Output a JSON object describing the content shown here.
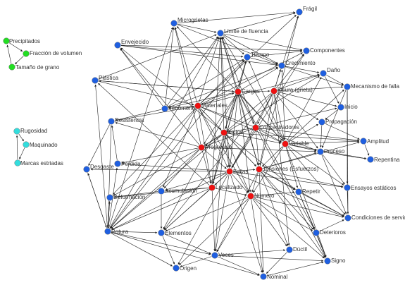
{
  "colors": {
    "blue": "#1f5fe0",
    "red": "#ee1111",
    "green": "#22dd22",
    "cyan": "#33dddd",
    "edge": "#222222",
    "label": "#333333"
  },
  "groups": [
    {
      "id": "g1",
      "color": "green",
      "nodes": [
        "Precipitados",
        "Fracción de volumen",
        "Tamaño de grano"
      ]
    },
    {
      "id": "g2",
      "color": "cyan",
      "nodes": [
        "Rugosidad",
        "Maquinado",
        "Marcas estriadas"
      ]
    }
  ],
  "nodes": [
    {
      "id": "precipitados",
      "label": "Precipitados",
      "color": "green"
    },
    {
      "id": "fraccion",
      "label": "Fracción de volumen",
      "color": "green"
    },
    {
      "id": "tamano",
      "label": "Tamaño de grano",
      "color": "green"
    },
    {
      "id": "rugosidad",
      "label": "Rugosidad",
      "color": "cyan"
    },
    {
      "id": "maquinado",
      "label": "Maquinado",
      "color": "cyan"
    },
    {
      "id": "marcas",
      "label": "Marcas estriadas",
      "color": "cyan"
    },
    {
      "id": "microgrietas",
      "label": "Microgrietas",
      "color": "blue"
    },
    {
      "id": "fragil",
      "label": "Frágil",
      "color": "blue"
    },
    {
      "id": "limite",
      "label": "Límite de fluencia",
      "color": "blue"
    },
    {
      "id": "envejecido",
      "label": "Envejecido",
      "color": "blue"
    },
    {
      "id": "componentes",
      "label": "Componentes",
      "color": "blue"
    },
    {
      "id": "tiempo",
      "label": "Tiempo",
      "color": "blue"
    },
    {
      "id": "crecimiento",
      "label": "Crecimiento",
      "color": "blue"
    },
    {
      "id": "dano",
      "label": "Daño",
      "color": "blue"
    },
    {
      "id": "plastica",
      "label": "Plástica",
      "color": "blue"
    },
    {
      "id": "mecanismo",
      "label": "Mecanismo de falla",
      "color": "blue"
    },
    {
      "id": "cargas",
      "label": "Cargas",
      "color": "red"
    },
    {
      "id": "fisura",
      "label": "Fisura (grieta)",
      "color": "red"
    },
    {
      "id": "fenomeno",
      "label": "Fenómeno",
      "color": "blue"
    },
    {
      "id": "materiales",
      "label": "Materiales",
      "color": "red"
    },
    {
      "id": "inicio",
      "label": "Inicio",
      "color": "blue"
    },
    {
      "id": "resistencia",
      "label": "Resistencia",
      "color": "blue"
    },
    {
      "id": "propagacion",
      "label": "Propagación",
      "color": "blue"
    },
    {
      "id": "concentradores",
      "label": "Concentradores",
      "color": "red"
    },
    {
      "id": "ciclos",
      "label": "Ciclos",
      "color": "red"
    },
    {
      "id": "variable",
      "label": "Variable",
      "color": "red"
    },
    {
      "id": "amplitud",
      "label": "Amplitud",
      "color": "blue"
    },
    {
      "id": "progresivo",
      "label": "Progresivo",
      "color": "red"
    },
    {
      "id": "proceso",
      "label": "Proceso",
      "color": "blue"
    },
    {
      "id": "repentina",
      "label": "Repentina",
      "color": "blue"
    },
    {
      "id": "perdida",
      "label": "Pérdida",
      "color": "blue"
    },
    {
      "id": "desgaste",
      "label": "Desgaste",
      "color": "blue"
    },
    {
      "id": "fallas",
      "label": "Fallas",
      "color": "red"
    },
    {
      "id": "tensiones",
      "label": "Tensiones (Esfuerzos)",
      "color": "red"
    },
    {
      "id": "repetir",
      "label": "Repetir",
      "color": "blue"
    },
    {
      "id": "ensayos",
      "label": "Ensayos estáticos",
      "color": "blue"
    },
    {
      "id": "acumulacion",
      "label": "Acumulación",
      "color": "blue"
    },
    {
      "id": "deformacion",
      "label": "Deformación",
      "color": "blue"
    },
    {
      "id": "localizado",
      "label": "Localizado",
      "color": "red"
    },
    {
      "id": "numero",
      "label": "Número",
      "color": "red"
    },
    {
      "id": "condiciones",
      "label": "Condiciones de servicio",
      "color": "blue"
    },
    {
      "id": "rotura",
      "label": "Rotura",
      "color": "blue"
    },
    {
      "id": "elementos",
      "label": "Elementos",
      "color": "blue"
    },
    {
      "id": "deterioros",
      "label": "Deterioros",
      "color": "blue"
    },
    {
      "id": "veces",
      "label": "Veces",
      "color": "blue"
    },
    {
      "id": "ductil",
      "label": "Dúctil",
      "color": "blue"
    },
    {
      "id": "signo",
      "label": "Signo",
      "color": "blue"
    },
    {
      "id": "origen",
      "label": "Origen",
      "color": "blue"
    },
    {
      "id": "nominal",
      "label": "Nominal",
      "color": "blue"
    }
  ],
  "edges": [
    [
      "precipitados",
      "fraccion"
    ],
    [
      "fraccion",
      "tamano"
    ],
    [
      "tamano",
      "precipitados"
    ],
    [
      "rugosidad",
      "maquinado"
    ],
    [
      "maquinado",
      "marcas"
    ],
    [
      "marcas",
      "rugosidad"
    ],
    [
      "materiales",
      "limite"
    ],
    [
      "materiales",
      "microgrietas"
    ],
    [
      "materiales",
      "tiempo"
    ],
    [
      "materiales",
      "cargas"
    ],
    [
      "materiales",
      "fenomeno"
    ],
    [
      "materiales",
      "ciclos"
    ],
    [
      "materiales",
      "variable"
    ],
    [
      "materiales",
      "fallas"
    ],
    [
      "materiales",
      "tensiones"
    ],
    [
      "materiales",
      "resistencia"
    ],
    [
      "materiales",
      "fragil"
    ],
    [
      "materiales",
      "componentes"
    ],
    [
      "materiales",
      "dano"
    ],
    [
      "materiales",
      "proceso"
    ],
    [
      "materiales",
      "numero"
    ],
    [
      "materiales",
      "localizado"
    ],
    [
      "materiales",
      "acumulacion"
    ],
    [
      "materiales",
      "deformacion"
    ],
    [
      "materiales",
      "rotura"
    ],
    [
      "cargas",
      "limite"
    ],
    [
      "cargas",
      "tiempo"
    ],
    [
      "cargas",
      "crecimiento"
    ],
    [
      "cargas",
      "fisura"
    ],
    [
      "cargas",
      "ciclos"
    ],
    [
      "cargas",
      "concentradores"
    ],
    [
      "cargas",
      "variable"
    ],
    [
      "cargas",
      "tensiones"
    ],
    [
      "cargas",
      "fallas"
    ],
    [
      "cargas",
      "fenomeno"
    ],
    [
      "cargas",
      "progresivo"
    ],
    [
      "cargas",
      "numero"
    ],
    [
      "cargas",
      "localizado"
    ],
    [
      "cargas",
      "deterioros"
    ],
    [
      "cargas",
      "elementos"
    ],
    [
      "cargas",
      "plastica"
    ],
    [
      "fisura",
      "crecimiento"
    ],
    [
      "fisura",
      "dano"
    ],
    [
      "fisura",
      "mecanismo"
    ],
    [
      "fisura",
      "inicio"
    ],
    [
      "fisura",
      "propagacion"
    ],
    [
      "fisura",
      "variable"
    ],
    [
      "fisura",
      "concentradores"
    ],
    [
      "fisura",
      "tensiones"
    ],
    [
      "fisura",
      "fallas"
    ],
    [
      "fisura",
      "proceso"
    ],
    [
      "fisura",
      "rotura"
    ],
    [
      "fisura",
      "componentes"
    ],
    [
      "fisura",
      "fragil"
    ],
    [
      "fisura",
      "ductil"
    ],
    [
      "fisura",
      "elementos"
    ],
    [
      "concentradores",
      "tensiones"
    ],
    [
      "concentradores",
      "variable"
    ],
    [
      "concentradores",
      "fallas"
    ],
    [
      "concentradores",
      "inicio"
    ],
    [
      "concentradores",
      "amplitud"
    ],
    [
      "concentradores",
      "progresivo"
    ],
    [
      "concentradores",
      "ciclos"
    ],
    [
      "concentradores",
      "limite"
    ],
    [
      "concentradores",
      "signo"
    ],
    [
      "ciclos",
      "numero"
    ],
    [
      "ciclos",
      "variable"
    ],
    [
      "ciclos",
      "tensiones"
    ],
    [
      "ciclos",
      "repetir"
    ],
    [
      "ciclos",
      "veces"
    ],
    [
      "ciclos",
      "fallas"
    ],
    [
      "ciclos",
      "localizado"
    ],
    [
      "ciclos",
      "progresivo"
    ],
    [
      "ciclos",
      "amplitud"
    ],
    [
      "ciclos",
      "limite"
    ],
    [
      "ciclos",
      "tiempo"
    ],
    [
      "ciclos",
      "envejecido"
    ],
    [
      "variable",
      "amplitud"
    ],
    [
      "variable",
      "proceso"
    ],
    [
      "variable",
      "repentina"
    ],
    [
      "variable",
      "ensayos"
    ],
    [
      "variable",
      "condiciones"
    ],
    [
      "variable",
      "tensiones"
    ],
    [
      "variable",
      "numero"
    ],
    [
      "variable",
      "repetir"
    ],
    [
      "variable",
      "signo"
    ],
    [
      "variable",
      "propagacion"
    ],
    [
      "variable",
      "mecanismo"
    ],
    [
      "variable",
      "dano"
    ],
    [
      "variable",
      "crecimiento"
    ],
    [
      "variable",
      "tiempo"
    ],
    [
      "variable",
      "limite"
    ],
    [
      "variable",
      "microgrietas"
    ],
    [
      "progresivo",
      "fallas"
    ],
    [
      "progresivo",
      "proceso"
    ],
    [
      "progresivo",
      "localizado"
    ],
    [
      "progresivo",
      "acumulacion"
    ],
    [
      "progresivo",
      "dano"
    ],
    [
      "progresivo",
      "perdida"
    ],
    [
      "progresivo",
      "resistencia"
    ],
    [
      "progresivo",
      "envejecido"
    ],
    [
      "progresivo",
      "deformacion"
    ],
    [
      "progresivo",
      "rotura"
    ],
    [
      "progresivo",
      "microgrietas"
    ],
    [
      "fallas",
      "tensiones"
    ],
    [
      "fallas",
      "numero"
    ],
    [
      "fallas",
      "localizado"
    ],
    [
      "fallas",
      "rotura"
    ],
    [
      "fallas",
      "elementos"
    ],
    [
      "fallas",
      "condiciones"
    ],
    [
      "fallas",
      "ensayos"
    ],
    [
      "fallas",
      "desgaste"
    ],
    [
      "fallas",
      "perdida"
    ],
    [
      "fallas",
      "acumulacion"
    ],
    [
      "fallas",
      "veces"
    ],
    [
      "fallas",
      "origen"
    ],
    [
      "fallas",
      "nominal"
    ],
    [
      "fallas",
      "limite"
    ],
    [
      "fallas",
      "componentes"
    ],
    [
      "tensiones",
      "numero"
    ],
    [
      "tensiones",
      "repetir"
    ],
    [
      "tensiones",
      "condiciones"
    ],
    [
      "tensiones",
      "ensayos"
    ],
    [
      "tensiones",
      "deterioros"
    ],
    [
      "tensiones",
      "nominal"
    ],
    [
      "tensiones",
      "signo"
    ],
    [
      "tensiones",
      "amplitud"
    ],
    [
      "tensiones",
      "proceso"
    ],
    [
      "tensiones",
      "limite"
    ],
    [
      "tensiones",
      "fragil"
    ],
    [
      "tensiones",
      "ductil"
    ],
    [
      "tensiones",
      "veces"
    ],
    [
      "localizado",
      "acumulacion"
    ],
    [
      "localizado",
      "deformacion"
    ],
    [
      "localizado",
      "rotura"
    ],
    [
      "localizado",
      "elementos"
    ],
    [
      "localizado",
      "numero"
    ],
    [
      "localizado",
      "veces"
    ],
    [
      "localizado",
      "plastica"
    ],
    [
      "localizado",
      "limite"
    ],
    [
      "localizado",
      "tiempo"
    ],
    [
      "numero",
      "veces"
    ],
    [
      "numero",
      "nominal"
    ],
    [
      "numero",
      "ductil"
    ],
    [
      "numero",
      "repetir"
    ],
    [
      "numero",
      "deterioros"
    ],
    [
      "numero",
      "signo"
    ],
    [
      "numero",
      "elementos"
    ],
    [
      "numero",
      "origen"
    ],
    [
      "numero",
      "condiciones"
    ],
    [
      "rotura",
      "elementos"
    ],
    [
      "rotura",
      "veces"
    ],
    [
      "rotura",
      "origen"
    ],
    [
      "rotura",
      "nominal"
    ],
    [
      "rotura",
      "desgaste"
    ],
    [
      "rotura",
      "plastica"
    ],
    [
      "rotura",
      "microgrietas"
    ],
    [
      "rotura",
      "limite"
    ],
    [
      "rotura",
      "deformacion"
    ],
    [
      "rotura",
      "perdida"
    ],
    [
      "rotura",
      "tiempo"
    ],
    [
      "fenomeno",
      "limite"
    ],
    [
      "fenomeno",
      "microgrietas"
    ],
    [
      "fenomeno",
      "resistencia"
    ],
    [
      "fenomeno",
      "tiempo"
    ],
    [
      "fenomeno",
      "envejecido"
    ],
    [
      "fenomeno",
      "crecimiento"
    ],
    [
      "plastica",
      "limite"
    ],
    [
      "plastica",
      "cargas"
    ],
    [
      "plastica",
      "materiales"
    ],
    [
      "envejecido",
      "tiempo"
    ],
    [
      "envejecido",
      "componentes"
    ],
    [
      "envejecido",
      "crecimiento"
    ],
    [
      "microgrietas",
      "limite"
    ],
    [
      "microgrietas",
      "fragil"
    ],
    [
      "microgrietas",
      "crecimiento"
    ],
    [
      "limite",
      "fragil"
    ],
    [
      "limite",
      "tiempo"
    ],
    [
      "limite",
      "componentes"
    ],
    [
      "limite",
      "crecimiento"
    ],
    [
      "tiempo",
      "componentes"
    ],
    [
      "tiempo",
      "crecimiento"
    ],
    [
      "crecimiento",
      "dano"
    ],
    [
      "crecimiento",
      "mecanismo"
    ],
    [
      "dano",
      "mecanismo"
    ],
    [
      "dano",
      "inicio"
    ],
    [
      "propagacion",
      "amplitud"
    ],
    [
      "propagacion",
      "proceso"
    ],
    [
      "inicio",
      "propagacion"
    ],
    [
      "mecanismo",
      "proceso"
    ],
    [
      "mecanismo",
      "condiciones"
    ],
    [
      "mecanismo",
      "ensayos"
    ],
    [
      "proceso",
      "repentina"
    ],
    [
      "proceso",
      "ensayos"
    ],
    [
      "proceso",
      "condiciones"
    ],
    [
      "amplitud",
      "repentina"
    ],
    [
      "repetir",
      "condiciones"
    ],
    [
      "repetir",
      "deterioros"
    ],
    [
      "repetir",
      "signo"
    ],
    [
      "ensayos",
      "condiciones"
    ],
    [
      "deterioros",
      "signo"
    ],
    [
      "deterioros",
      "condiciones"
    ],
    [
      "veces",
      "signo"
    ],
    [
      "veces",
      "ductil"
    ],
    [
      "veces",
      "nominal"
    ],
    [
      "veces",
      "origen"
    ],
    [
      "ductil",
      "nominal"
    ],
    [
      "nominal",
      "signo"
    ],
    [
      "elementos",
      "veces"
    ],
    [
      "elementos",
      "origen"
    ],
    [
      "acumulacion",
      "elementos"
    ],
    [
      "acumulacion",
      "deformacion"
    ],
    [
      "deformacion",
      "rotura"
    ],
    [
      "desgaste",
      "rotura"
    ],
    [
      "perdida",
      "resistencia"
    ],
    [
      "resistencia",
      "rotura"
    ],
    [
      "resistencia",
      "desgaste"
    ]
  ]
}
